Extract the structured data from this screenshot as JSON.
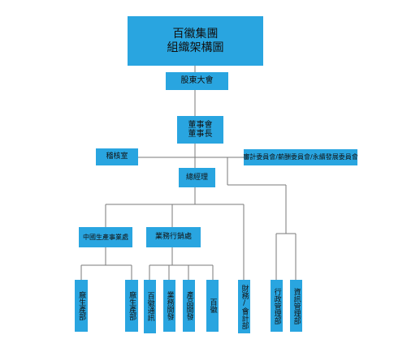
{
  "title": {
    "line1": "百徽集團",
    "line2": "組織架構圖"
  },
  "nodes": {
    "shareholders": "股東大會",
    "board_line1": "董事會",
    "board_line2": "董事長",
    "audit_office": "稽核室",
    "committees": "審計委員會/薪酬委員會/永續發展委員會",
    "general_manager": "總經理",
    "china_production": "中國生產事業處",
    "business_ops": "業務行銷處",
    "prod_dept_a": "廠生產部",
    "prod_dept_b": "廠生產部",
    "ops_dept_a": "百徽通訊",
    "ops_dept_b": "業務開發",
    "ops_dept_c": "產品開發",
    "ops_dept_d": "百徽",
    "finance": "財務/會計部",
    "admin": "行政管理部",
    "it": "資訊管理部"
  },
  "colors": {
    "box": "#29a5e0",
    "connector": "#7a7a7a"
  }
}
